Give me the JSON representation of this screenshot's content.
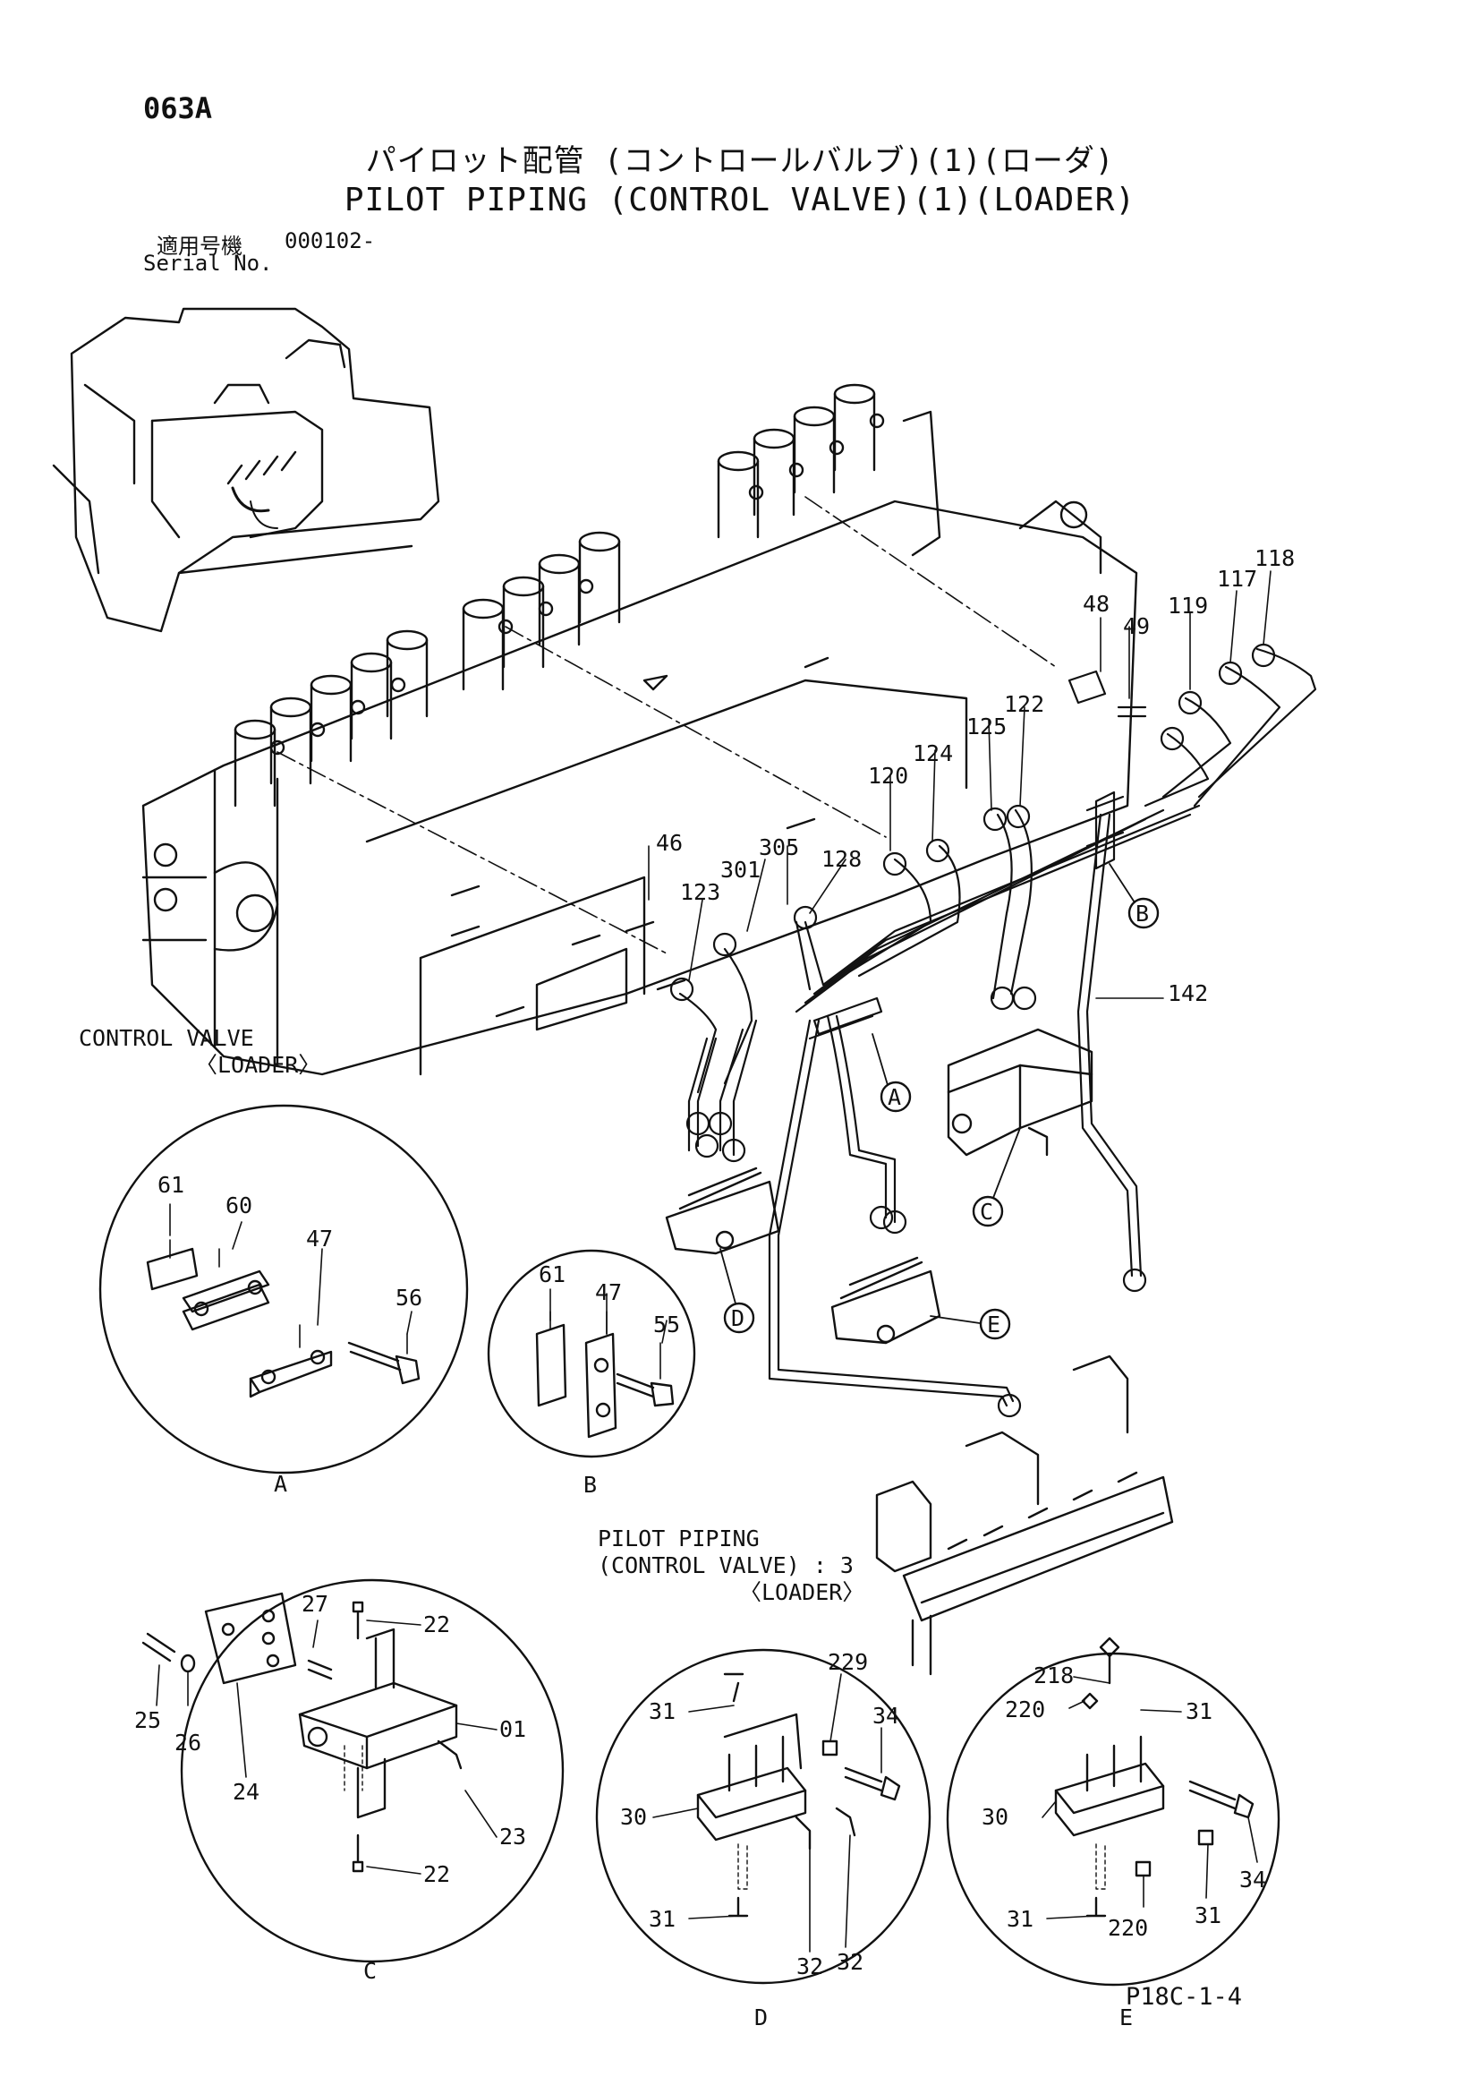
{
  "header": {
    "page_code": "063A",
    "title_jp": "パイロット配管 (コントロールバルブ)(1)(ローダ)",
    "title_en": "PILOT PIPING (CONTROL VALVE)(1)(LOADER)",
    "serial_label_jp": "適用号機",
    "serial_value": "000102-",
    "serial_label_en": "Serial No."
  },
  "notes": {
    "control_valve_line1": "CONTROL VALVE",
    "control_valve_line2": "〈LOADER〉",
    "pilot_line1": "PILOT PIPING",
    "pilot_line2": "(CONTROL VALVE) : 3",
    "pilot_line3": "〈LOADER〉"
  },
  "main_labels": {
    "p118": "118",
    "p117": "117",
    "p119": "119",
    "p48": "48",
    "p49": "49",
    "p122": "122",
    "p125": "125",
    "p124": "124",
    "p120": "120",
    "p46": "46",
    "p305": "305",
    "p301": "301",
    "p128": "128",
    "p123": "123",
    "p142": "142"
  },
  "callouts": {
    "A": "A",
    "B": "B",
    "C": "C",
    "D": "D",
    "E": "E"
  },
  "detail_A": {
    "p61": "61",
    "p60": "60",
    "p47": "47",
    "p56": "56",
    "label": "A"
  },
  "detail_B": {
    "p61": "61",
    "p47": "47",
    "p55": "55",
    "label": "B"
  },
  "detail_C": {
    "p27": "27",
    "p22a": "22",
    "p01": "01",
    "p25": "25",
    "p26": "26",
    "p24": "24",
    "p23": "23",
    "p22b": "22",
    "label": "C"
  },
  "detail_D": {
    "p31a": "31",
    "p229": "229",
    "p34": "34",
    "p30": "30",
    "p32a": "32",
    "p32b": "32",
    "p31b": "31",
    "label": "D"
  },
  "detail_E": {
    "p218": "218",
    "p31a": "31",
    "p220a": "220",
    "p30": "30",
    "p34": "34",
    "p31b": "31",
    "p220b": "220",
    "p31c": "31",
    "label": "E"
  },
  "footer": {
    "code": "P18C-1-4"
  }
}
